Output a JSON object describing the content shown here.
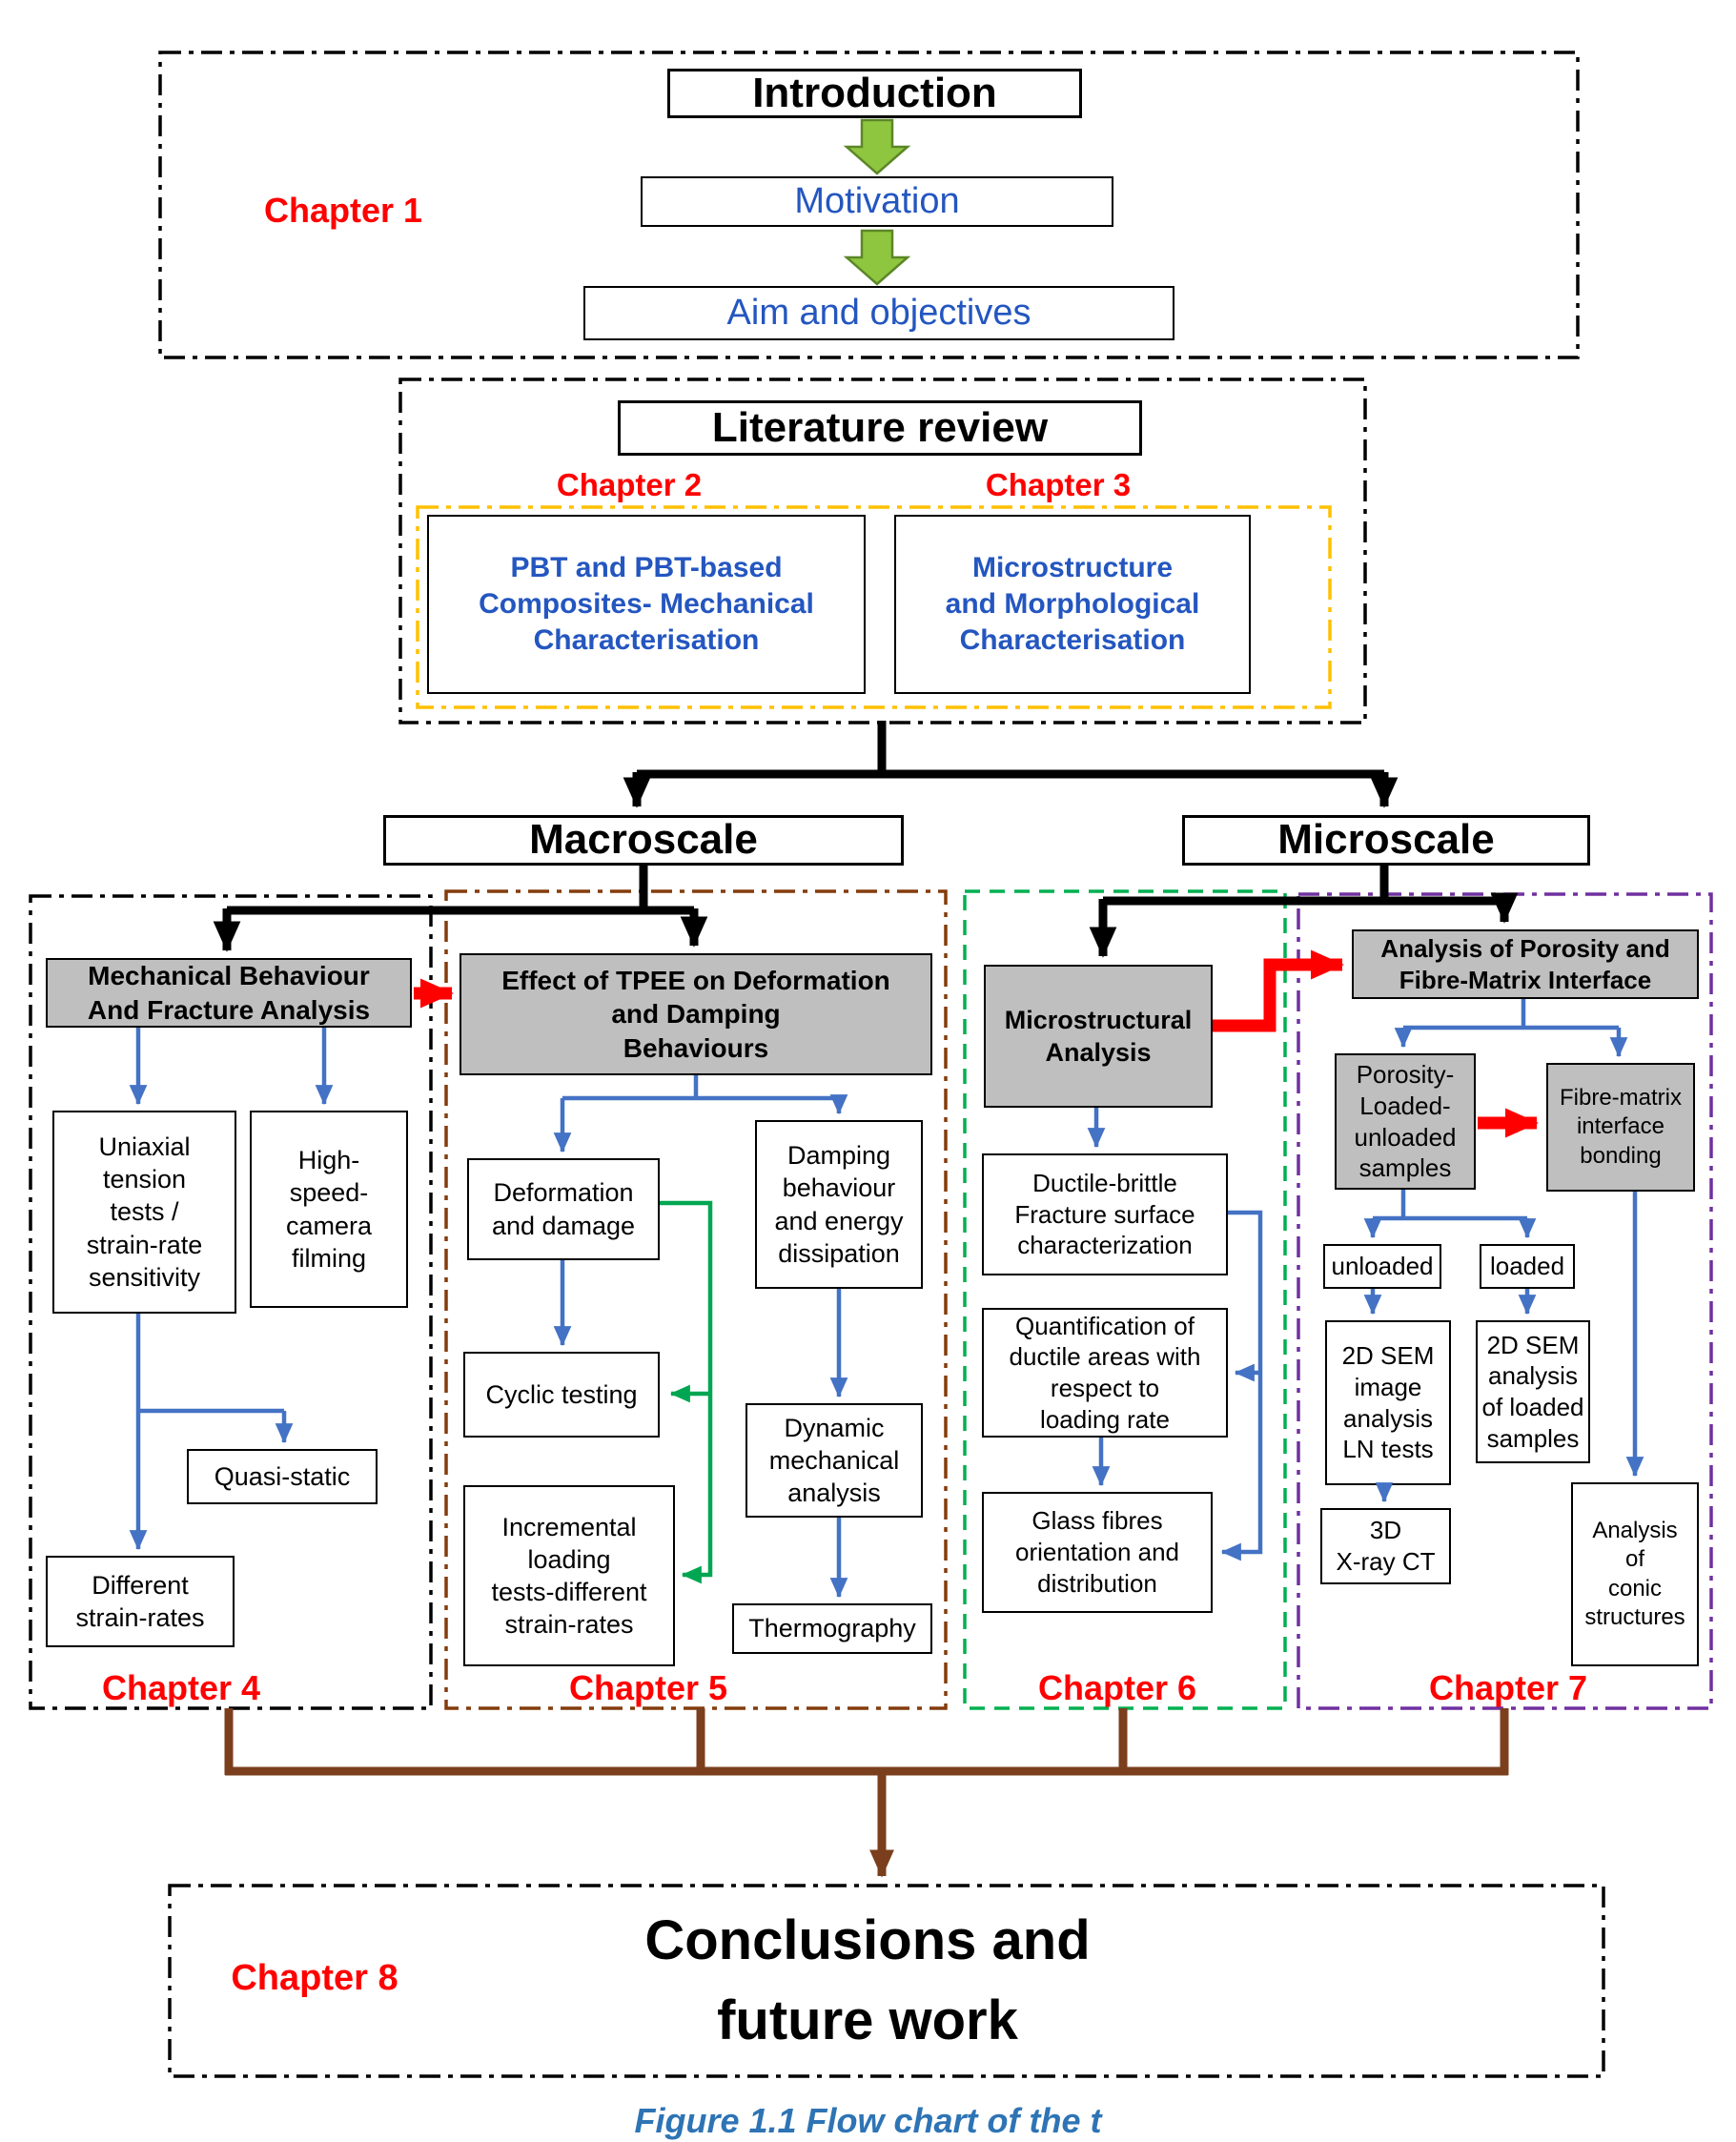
{
  "colors": {
    "red_label": "#ff0000",
    "blue_text": "#2456c0",
    "arrow_blue": "#4472c4",
    "arrow_green": "#00a651",
    "arrow_red": "#ff0000",
    "connector_brown": "#7b3f1e",
    "border_brown": "#843c0c",
    "border_green": "#00b050",
    "border_purple": "#7030a0",
    "border_yellow": "#ffc000",
    "gray_fill": "#bfbfbf",
    "block_arrow_green": "#8fc640"
  },
  "chapter1": {
    "label": "Chapter 1",
    "intro": "Introduction",
    "motivation": "Motivation",
    "aim": "Aim and objectives"
  },
  "literature": {
    "title": "Literature review",
    "chapter2_label": "Chapter 2",
    "chapter3_label": "Chapter 3",
    "pbt": "PBT and PBT-based\nComposites- Mechanical\nCharacterisation",
    "micro": "Microstructure\nand Morphological\nCharacterisation"
  },
  "scales": {
    "macro": "Macroscale",
    "micro": "Microscale"
  },
  "chapter4": {
    "label": "Chapter 4",
    "header": "Mechanical Behaviour\nAnd Fracture Analysis",
    "uniaxial": "Uniaxial\ntension\ntests /\nstrain-rate\nsensitivity",
    "highspeed": "High-\nspeed-\ncamera\nfilming",
    "quasi": "Quasi-static",
    "different": "Different\nstrain-rates"
  },
  "chapter5": {
    "label": "Chapter 5",
    "header": "Effect of TPEE on Deformation\nand Damping\nBehaviours",
    "deformation": "Deformation\nand damage",
    "damping": "Damping\nbehaviour\nand energy\ndissipation",
    "cyclic": "Cyclic testing",
    "dma": "Dynamic\nmechanical\nanalysis",
    "incremental": "Incremental\nloading\ntests-different\nstrain-rates",
    "thermography": "Thermography"
  },
  "chapter6": {
    "label": "Chapter 6",
    "header": "Microstructural\nAnalysis",
    "ductile": "Ductile-brittle\nFracture surface\ncharacterization",
    "quantification": "Quantification of\nductile areas with\nrespect to\nloading rate",
    "fibres": "Glass fibres\norientation and\ndistribution"
  },
  "chapter7": {
    "label": "Chapter 7",
    "header": "Analysis of Porosity and\nFibre-Matrix Interface",
    "porosity": "Porosity-\nLoaded-\nunloaded\nsamples",
    "bonding": "Fibre-matrix\ninterface\nbonding",
    "unloaded": "unloaded",
    "loaded": "loaded",
    "sem_unloaded": "2D SEM\nimage\nanalysis\nLN tests",
    "sem_loaded": "2D SEM\nanalysis\nof loaded\nsamples",
    "xray": "3D\nX-ray CT",
    "conic": "Analysis\nof\nconic\nstructures"
  },
  "chapter8": {
    "label": "Chapter 8",
    "title": "Conclusions and\nfuture work"
  },
  "caption": {
    "text": "Figure 1.1 Flow chart of the t"
  }
}
